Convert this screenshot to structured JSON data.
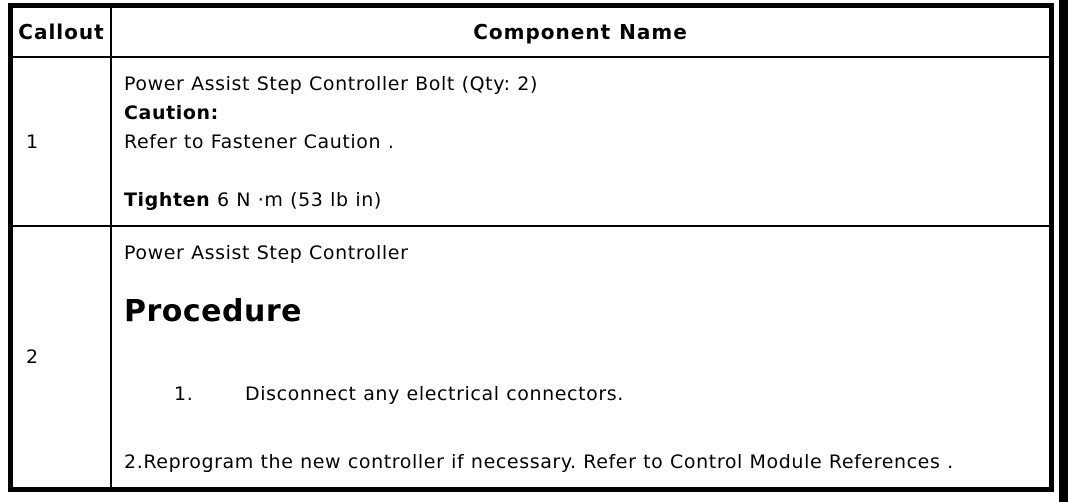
{
  "colors": {
    "border": "#000000",
    "background": "#ffffff",
    "text": "#000000"
  },
  "table": {
    "headers": {
      "callout": "Callout",
      "component": "Component Name"
    },
    "rows": [
      {
        "callout": "1",
        "component_name": "Power Assist Step Controller Bolt (Qty: 2)",
        "caution_label": "Caution:",
        "caution_text": "Refer to Fastener Caution .",
        "tighten_label": "Tighten",
        "tighten_value": "6 N ·m (53 lb in)"
      },
      {
        "callout": "2",
        "component_name": "Power Assist Step Controller",
        "procedure_heading": "Procedure",
        "step1_number": "1.",
        "step1_text": "Disconnect any electrical connectors.",
        "step2_text": "2.Reprogram the new controller if necessary. Refer to Control Module References ."
      }
    ]
  }
}
